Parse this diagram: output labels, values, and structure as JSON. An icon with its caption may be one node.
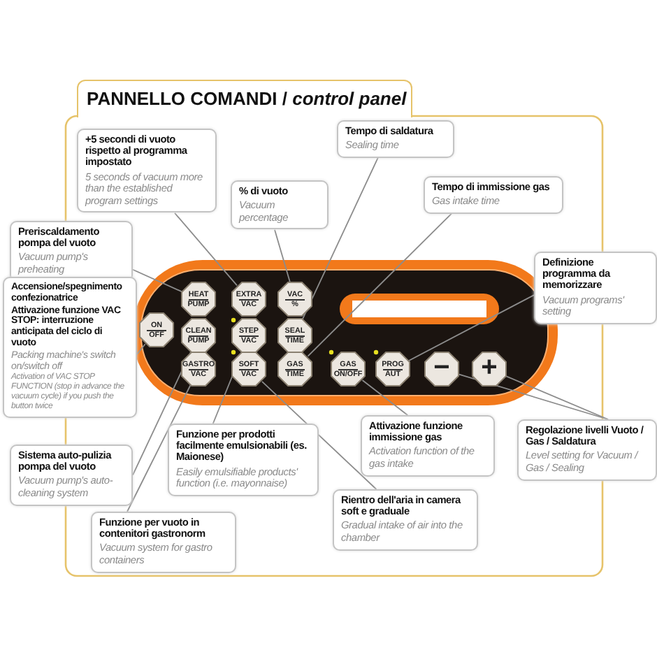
{
  "diagram": {
    "title": "PANNELLO COMANDI / *control panel*",
    "nodes": [
      {
        "text": [
          "+5 secondi di vuoto rispetto al programma impostato",
          "5 seconds of vacuum more than the established program settings"
        ]
      },
      {
        "text": [
          "% di vuoto",
          "Vacuum percentage"
        ]
      },
      {
        "text": [
          "Tempo di saldatura",
          "Sealing time"
        ]
      },
      {
        "text": [
          "Tempo di immissione gas",
          "Gas intake time"
        ]
      },
      {
        "text": [
          "Preriscaldamento pompa del vuoto",
          "Vacuum pump's preheating"
        ]
      },
      {
        "text": [
          "Definizione programma da memorizzare",
          "Vacuum programs' setting"
        ]
      },
      {
        "text": [
          "Accensione/spegnimento confezionatrice",
          "Attivazione funzione VAC STOP: interruzione anticipata del ciclo di vuoto",
          "Packing machine's switch on/switch off",
          "Activation of VAC STOP FUNCTION (stop in advance the vacuum cycle) if you push the button twice"
        ]
      },
      {
        "text": [
          "Funzione per prodotti facilmente emulsionabili (es. Maionese)",
          "Easily emulsifiable products' function (i.e. mayonnaise)"
        ]
      },
      {
        "text": [
          "Attivazione funzione immissione gas",
          "Activation function of the gas intake"
        ]
      },
      {
        "text": [
          "Regolazione livelli Vuoto / Gas / Saldatura",
          "Level setting for Vacuum / Gas / Sealing"
        ]
      },
      {
        "text": [
          "Sistema auto-pulizia pompa del vuoto",
          "Vacuum pump's auto-cleaning system"
        ]
      },
      {
        "text": [
          "Rientro dell'aria in camera soft e graduale",
          "Gradual intake of air into the chamber"
        ]
      },
      {
        "text": [
          "Funzione per vuoto in contenitori gastronorm",
          "Vacuum system for gastro containers"
        ]
      },
      {
        "text": [
          "HEAT",
          "PUMP"
        ]
      },
      {
        "text": [
          "EXTRA",
          "VAC"
        ]
      },
      {
        "text": [
          "VAC",
          "%"
        ]
      },
      {
        "text": [
          "ON",
          "OFF"
        ]
      },
      {
        "text": [
          "CLEAN",
          "PUMP"
        ]
      },
      {
        "text": [
          "STEP",
          "VAC"
        ]
      },
      {
        "text": [
          "SEAL",
          "TIME"
        ]
      },
      {
        "text": [
          "GASTRO",
          "VAC"
        ]
      },
      {
        "text": [
          "SOFT",
          "VAC"
        ]
      },
      {
        "text": [
          "GAS",
          "TIME"
        ]
      },
      {
        "text": [
          "GAS",
          "ON/OFF"
        ]
      },
      {
        "text": [
          "PROG",
          "AUT"
        ]
      },
      {
        "text": [
          "−"
        ]
      },
      {
        "text": [
          "+"
        ]
      }
    ],
    "edges": [
      {
        "from": 0,
        "to": 14,
        "arrow": "none"
      },
      {
        "from": 1,
        "to": 15,
        "arrow": "none"
      },
      {
        "from": 2,
        "to": 19,
        "arrow": "none"
      },
      {
        "from": 3,
        "to": 22,
        "arrow": "none"
      },
      {
        "from": 4,
        "to": 13,
        "arrow": "none"
      },
      {
        "from": 5,
        "to": 24,
        "arrow": "none"
      },
      {
        "from": 6,
        "to": 16,
        "arrow": "none"
      },
      {
        "from": 7,
        "to": 18,
        "arrow": "none"
      },
      {
        "from": 8,
        "to": 23,
        "arrow": "none"
      },
      {
        "from": 9,
        "to": 25,
        "arrow": "none"
      },
      {
        "from": 9,
        "to": 26,
        "arrow": "none"
      },
      {
        "from": 10,
        "to": 17,
        "arrow": "none"
      },
      {
        "from": 11,
        "to": 21,
        "arrow": "none"
      },
      {
        "from": 12,
        "to": 20,
        "arrow": "none"
      }
    ]
  }
}
